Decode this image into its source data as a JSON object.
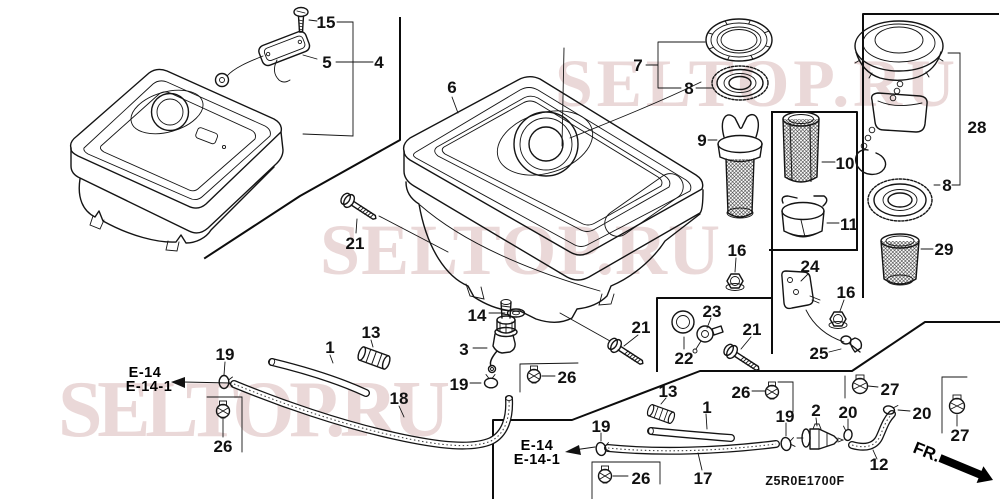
{
  "diagram": {
    "code": "Z5R0E1700F",
    "front_marker": "FR.",
    "watermark_text": "SELTOP.RU",
    "section_refs": {
      "e14": "E-14",
      "e14_1": "E-14-1"
    },
    "callouts": {
      "1": "1",
      "2": "2",
      "3": "3",
      "4": "4",
      "5": "5",
      "6": "6",
      "7": "7",
      "8": "8",
      "9": "9",
      "10": "10",
      "11": "11",
      "12": "12",
      "13": "13",
      "14": "14",
      "15": "15",
      "16": "16",
      "17": "17",
      "18": "18",
      "19": "19",
      "20": "20",
      "21": "21",
      "22": "22",
      "23": "23",
      "24": "24",
      "25": "25",
      "26": "26",
      "27": "27",
      "28": "28",
      "29": "29"
    }
  }
}
